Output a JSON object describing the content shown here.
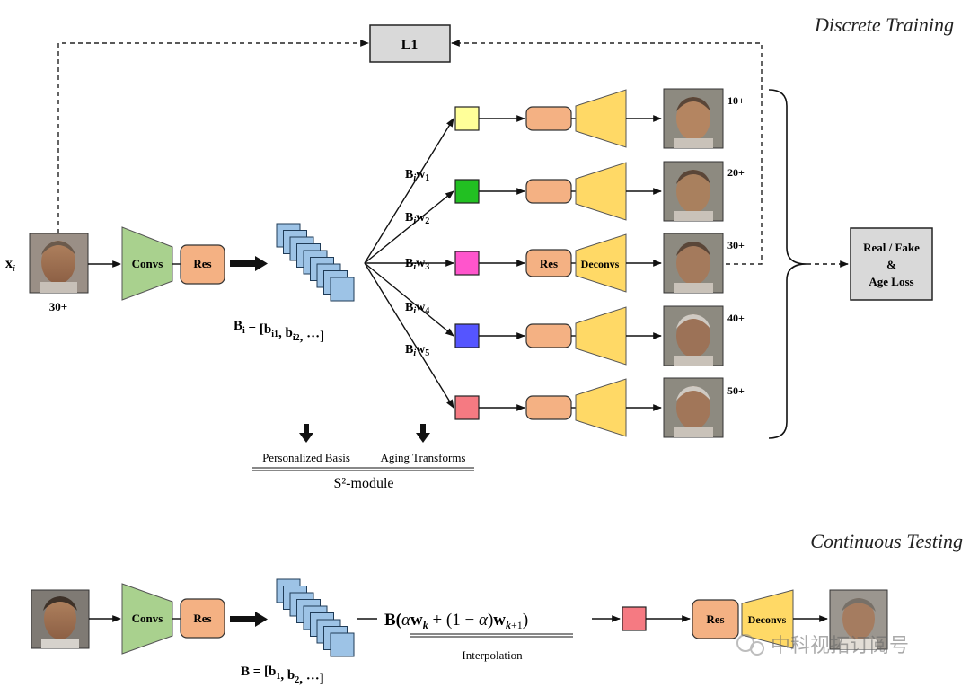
{
  "top": {
    "section_title": "Discrete Training",
    "loss_box": "L1",
    "input_label": "x",
    "input_label_sub": "i",
    "input_age": "30+",
    "convs": "Convs",
    "res": "Res",
    "deconvs": "Deconvs",
    "basis_eq": "B_i = [b_i1,  b_i2,   ···]",
    "weights": [
      {
        "label": "B_i w_1",
        "color": "#ffff99"
      },
      {
        "label": "B_i w_2",
        "color": "#22c022"
      },
      {
        "label": "B_i w_3",
        "color": "#ff55cc"
      },
      {
        "label": "B_i w_4",
        "color": "#5555ff"
      },
      {
        "label": "B_i w_5",
        "color": "#f57a82"
      }
    ],
    "output_ages": [
      "10+",
      "20+",
      "30+",
      "40+",
      "50+"
    ],
    "discriminator_line1": "Real / Fake",
    "discriminator_line2": "&",
    "discriminator_line3": "Age Loss",
    "module_left": "Personalized Basis",
    "module_right": "Aging Transforms",
    "module_name": "S²-module"
  },
  "bottom": {
    "section_title": "Continuous Testing",
    "convs": "Convs",
    "res": "Res",
    "deconvs": "Deconvs",
    "basis_eq": "B = [b_1,  b_2,   ···]",
    "interp_eq": "B(αw_k + (1 − α)w_k+1)",
    "interp_label": "Interpolation",
    "interp_color": "#f57a82"
  },
  "watermark": "中科视拓订阅号",
  "colors": {
    "encoder_green": "#a9d18e",
    "res_orange": "#f4b183",
    "decoder_yellow": "#ffd966",
    "basis_blue": "#9dc3e6",
    "gray_box": "#d9d9d9"
  }
}
